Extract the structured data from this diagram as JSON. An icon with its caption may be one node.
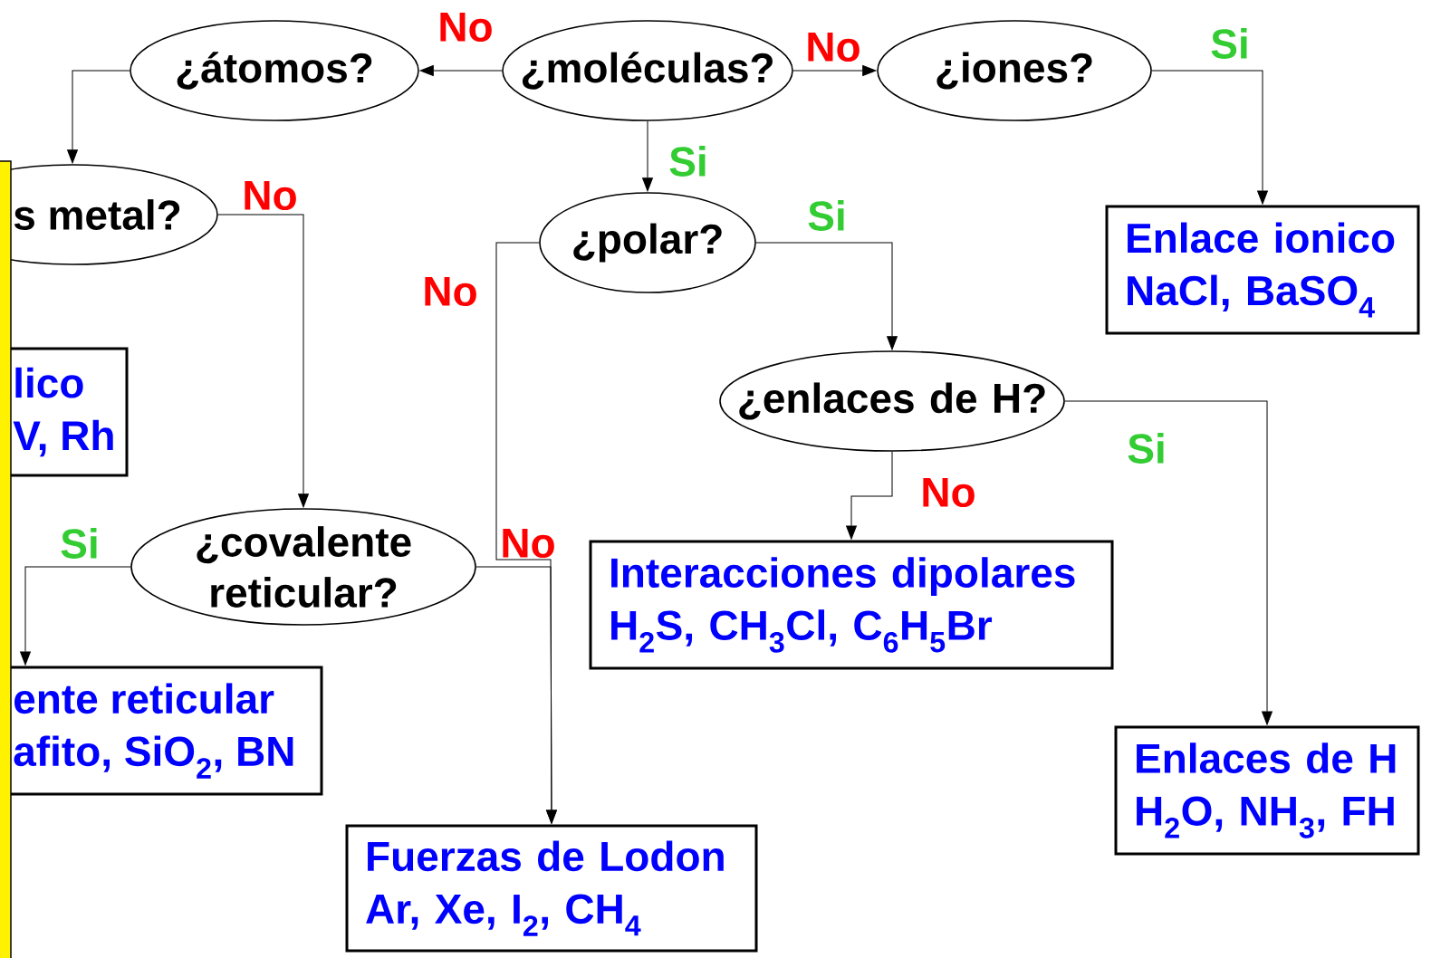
{
  "diagram": {
    "nodes": [
      {
        "text": [
          "¿moléculas?"
        ]
      },
      {
        "text": [
          "¿átomos?"
        ]
      },
      {
        "text": [
          "¿iones?"
        ]
      },
      {
        "text": [
          "s metal?"
        ]
      },
      {
        "text": [
          "¿polar?"
        ]
      },
      {
        "text": [
          "Enlace ionico",
          "NaCl, BaSO$_{4}$"
        ]
      },
      {
        "text": [
          "¿enlaces de H?"
        ]
      },
      {
        "text": [
          "lico",
          "V, Rh"
        ]
      },
      {
        "text": [
          "¿covalente reticular?"
        ]
      },
      {
        "text": [
          "Interacciones dipolares",
          "H$_{2}$S, CH$_{3}$Cl, C$_{6}$H$_{5}$Br"
        ]
      },
      {
        "text": [
          "ente reticular",
          "afito, SiO$_{2}$, BN"
        ]
      },
      {
        "text": [
          "Enlaces de H",
          "H$_{2}$O, NH$_{3}$, FH"
        ]
      },
      {
        "text": [
          "Fuerzas de Lodon",
          "Ar, Xe, I$_{2}$, CH$_{4}$"
        ]
      }
    ],
    "edges": [
      {
        "from": 0,
        "to": 1,
        "arrow": "to",
        "label": "No"
      },
      {
        "from": 0,
        "to": 2,
        "arrow": "to",
        "label": "No"
      },
      {
        "from": 0,
        "to": 4,
        "arrow": "to",
        "label": "Si"
      },
      {
        "from": 2,
        "to": 5,
        "arrow": "to",
        "label": "Si"
      },
      {
        "from": 1,
        "to": 3,
        "arrow": "to"
      },
      {
        "from": 3,
        "to": 8,
        "arrow": "to",
        "label": "No"
      },
      {
        "from": 4,
        "to": 6,
        "arrow": "to",
        "label": "Si"
      },
      {
        "from": 4,
        "to": 12,
        "arrow": "to",
        "label": "No"
      },
      {
        "from": 8,
        "to": 12,
        "arrow": "to",
        "label": "No"
      },
      {
        "from": 8,
        "to": 10,
        "arrow": "to",
        "label": "Si"
      },
      {
        "from": 6,
        "to": 9,
        "arrow": "to",
        "label": "No"
      },
      {
        "from": 6,
        "to": 11,
        "arrow": "to",
        "label": "Si"
      }
    ]
  }
}
